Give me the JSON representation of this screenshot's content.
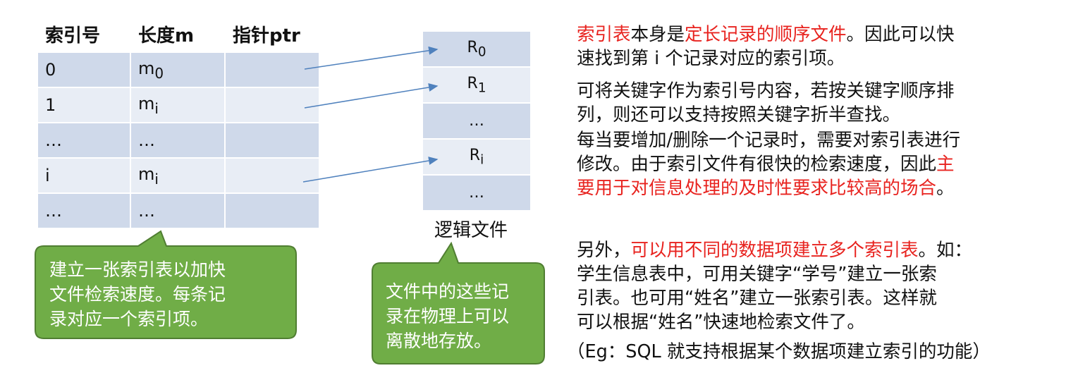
{
  "index_table": {
    "headers": [
      "索引号",
      "长度m",
      "指针ptr"
    ],
    "rows": [
      {
        "idx": "0",
        "len": "m",
        "sub": "0"
      },
      {
        "idx": "1",
        "len": "m",
        "sub": "i"
      },
      {
        "idx": "…",
        "len": "…",
        "sub": ""
      },
      {
        "idx": "i",
        "len": "m",
        "sub": "i"
      },
      {
        "idx": "…",
        "len": "…",
        "sub": ""
      }
    ]
  },
  "logical_file": {
    "records": [
      {
        "main": "R",
        "sub": "0"
      },
      {
        "main": "R",
        "sub": "1"
      },
      {
        "main": "…",
        "sub": ""
      },
      {
        "main": "R",
        "sub": "i"
      },
      {
        "main": "…",
        "sub": ""
      }
    ],
    "caption": "逻辑文件"
  },
  "callouts": {
    "left": [
      "建立一张索引表以加快",
      "文件检索速度。每条记",
      "录对应一个索引项。"
    ],
    "middle": [
      "文件中的这些记",
      "录在物理上可以",
      "离散地存放。"
    ]
  },
  "text": {
    "p1_l1_a": "索引表",
    "p1_l1_b": "本身是",
    "p1_l1_c": "定长记录的顺序文件",
    "p1_l1_d": "。因此可以快",
    "p1_l2": "速找到第 i 个记录对应的索引项。",
    "p2_l1": "可将关键字作为索引号内容，若按关键字顺序排",
    "p2_l2": "列，则还可以支持按照关键字折半查找。",
    "p3_l1": "每当要增加/删除一个记录时，需要对索引表进行",
    "p3_l2_a": "修改。由于索引文件有很快的检索速度，因此",
    "p3_l2_b": "主",
    "p3_l3_a": "要用于对信息处理的及时性要求比较高的场合",
    "p3_l3_b": "。",
    "p4_l1_a": "另外，",
    "p4_l1_b": "可以用不同的数据项建立多个索引表",
    "p4_l1_c": "。如：",
    "p4_l2": "学生信息表中，可用关键字“学号”建立一张索",
    "p4_l3": "引表。也可用“姓名”建立一张索引表。这样就",
    "p4_l4": "可以根据“姓名”快速地检索文件了。",
    "p5": "（Eg：SQL 就支持根据某个数据项建立索引的功能）"
  },
  "colors": {
    "cell_dark": "#cfd9ea",
    "cell_light": "#e8edf5",
    "callout_fill": "#70ad47",
    "callout_border": "#507e32",
    "arrow": "#4f81bd",
    "highlight_red": "#e8231f"
  }
}
